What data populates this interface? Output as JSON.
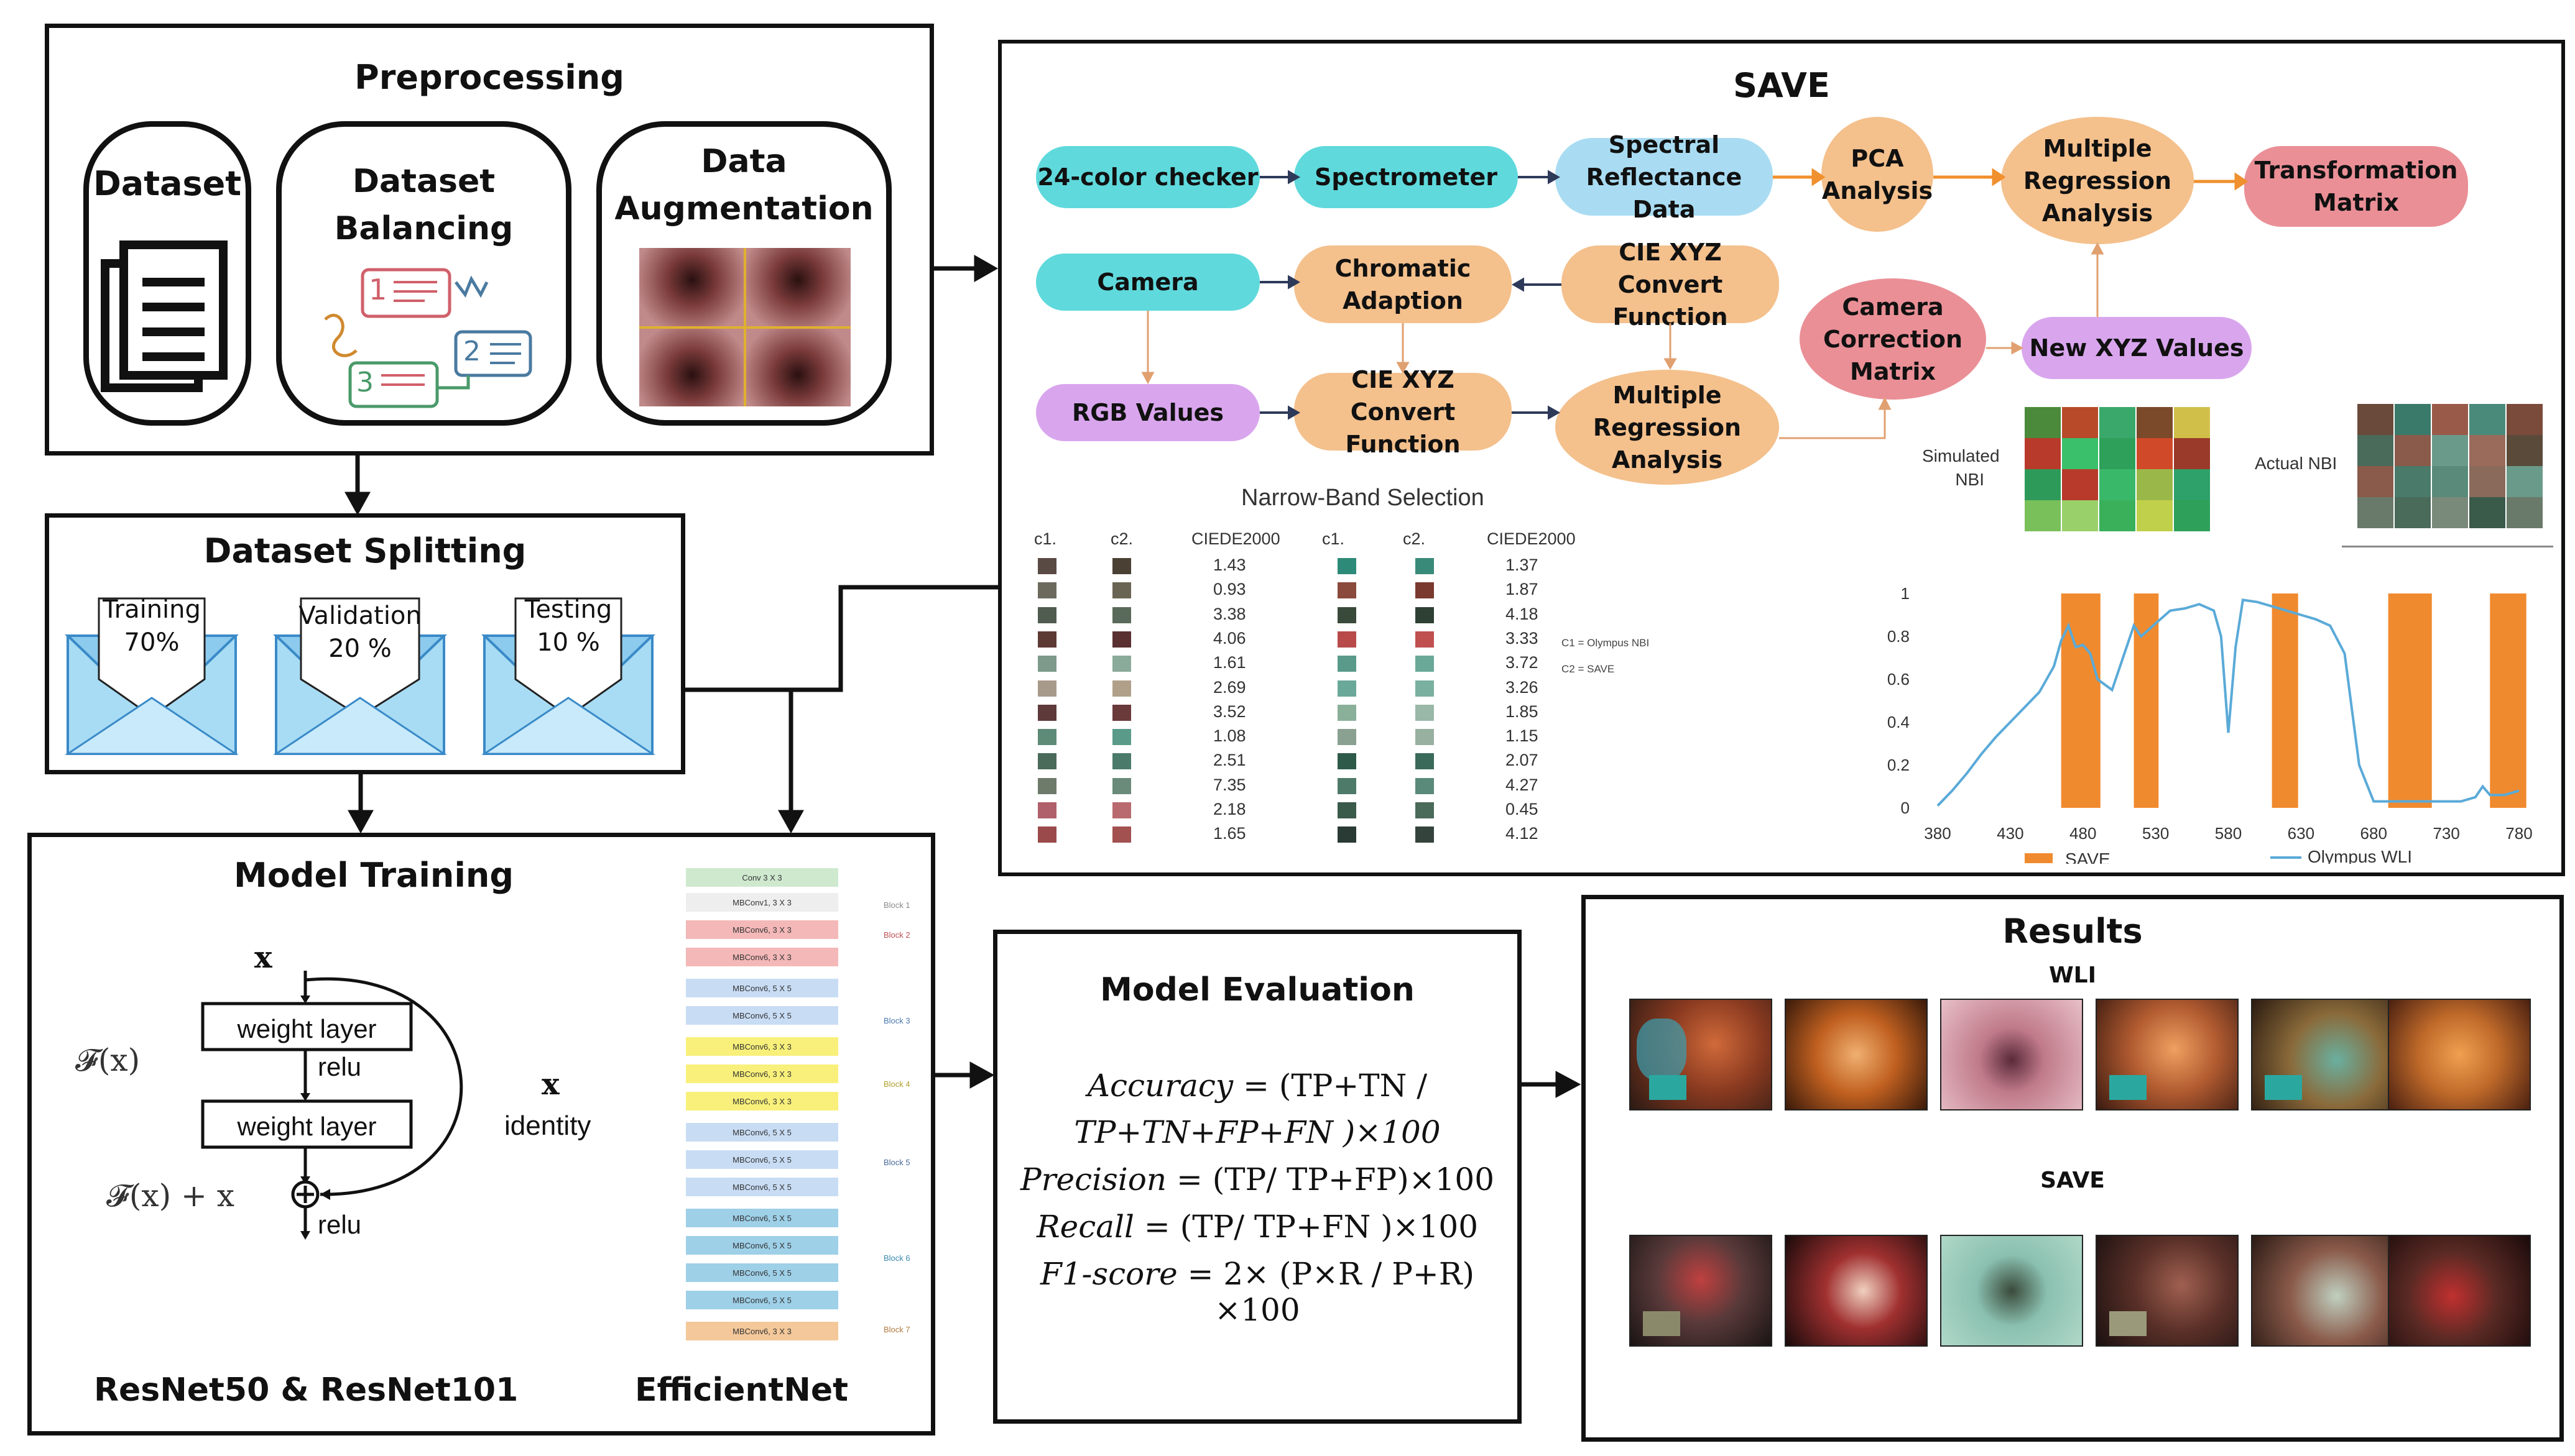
{
  "preprocessing": {
    "title": "Preprocessing",
    "dataset": "Dataset",
    "balancing": "Dataset Balancing",
    "augmentation": "Data Augmentation",
    "balancing_marks": [
      "1",
      "2",
      "3"
    ]
  },
  "splitting": {
    "title": "Dataset Splitting",
    "training_label": "Training",
    "training_pct": "70%",
    "validation_label": "Validation",
    "validation_pct": "20 %",
    "testing_label": "Testing",
    "testing_pct": "10 %"
  },
  "training": {
    "title": "Model Training",
    "x_label": "x",
    "weight_layer_1": "weight layer",
    "relu_1": "relu",
    "weight_layer_2": "weight layer",
    "fx": "𝓕(x)",
    "fx_plus_x": "𝓕(x) + x",
    "relu_2": "relu",
    "x_identity_x": "x",
    "identity": "identity",
    "resnet_caption": "ResNet50 & ResNet101",
    "efficientnet_caption": "EfficientNet",
    "effnet_layers": [
      "Conv 3 X 3",
      "MBConv1, 3 X 3",
      "MBConv6, 3 X 3",
      "MBConv6, 3 X 3",
      "MBConv6, 5 X 5",
      "MBConv6, 5 X 5",
      "MBConv6, 3 X 3",
      "MBConv6, 3 X 3",
      "MBConv6, 3 X 3",
      "MBConv6, 5 X 5",
      "MBConv6, 5 X 5",
      "MBConv6, 5 X 5",
      "MBConv6, 5 X 5",
      "MBConv6, 5 X 5",
      "MBConv6, 5 X 5",
      "MBConv6, 5 X 5",
      "MBConv6, 3 X 3"
    ],
    "effnet_blocks": [
      "Block 1",
      "Block 2",
      "Block 3",
      "Block 4",
      "Block 5",
      "Block 6",
      "Block 7"
    ]
  },
  "save": {
    "title": "SAVE",
    "checker": "24-color checker",
    "spectrometer": "Spectrometer",
    "spectral": "Spectral Reflectance Data",
    "pca": "PCA Analysis",
    "mra_top": "Multiple Regression Analysis",
    "transformation": "Transformation Matrix",
    "camera": "Camera",
    "chromatic": "Chromatic Adaption",
    "xyz_fn_top": "CIE XYZ Convert Function",
    "camera_correction": "Camera Correction Matrix",
    "new_xyz": "New XYZ Values",
    "rgb": "RGB Values",
    "xyz_fn_bottom": "CIE XYZ Convert Function",
    "mra_bottom": "Multiple Regression Analysis",
    "narrow_band": "Narrow-Band Selection",
    "simulated_nbi": "Simulated NBI",
    "actual_nbi": "Actual NBI",
    "table_headers": [
      "c1.",
      "c2.",
      "CIEDE2000",
      "c1.",
      "c2.",
      "CIEDE2000"
    ],
    "ciede_left": [
      "1.43",
      "0.93",
      "3.38",
      "4.06",
      "1.61",
      "2.69",
      "3.52",
      "1.08",
      "2.51",
      "7.35",
      "2.18",
      "1.65"
    ],
    "ciede_right": [
      "1.37",
      "1.87",
      "4.18",
      "3.33",
      "3.72",
      "3.26",
      "1.85",
      "1.15",
      "2.07",
      "4.27",
      "0.45",
      "4.12"
    ],
    "legend_c1": "C1 = Olympus NBI",
    "legend_c2": "C2 = SAVE",
    "swatch_colors": {
      "left_c1": [
        "#5a4a44",
        "#6b6a5c",
        "#4f5c4f",
        "#5d3a34",
        "#7d9a8a",
        "#a89a8a",
        "#5e3a3a",
        "#5e8a78",
        "#4a6a5a",
        "#6e7a6a",
        "#b0606a",
        "#9a4a4a"
      ],
      "left_c2": [
        "#4a4034",
        "#6a6454",
        "#5a6a5a",
        "#5a3030",
        "#8aaa9a",
        "#b0a08a",
        "#6a3a3a",
        "#5a9a88",
        "#4a7a6a",
        "#6a8a7a",
        "#b86a6e",
        "#a25050"
      ],
      "right_c1": [
        "#2e8a78",
        "#8a4a3c",
        "#3a4a3a",
        "#b84a4a",
        "#5a9a8a",
        "#6aa89a",
        "#8ab09a",
        "#8aa090",
        "#2e5a4a",
        "#4e7a6a",
        "#3a5a4a",
        "#2a3a34"
      ],
      "right_c2": [
        "#3a8a7a",
        "#7a3a30",
        "#2e4034",
        "#c05050",
        "#6aa898",
        "#7ab0a0",
        "#9ab8a8",
        "#98b0a0",
        "#3a6a5a",
        "#5a8a7a",
        "#4a6a5a",
        "#34443c"
      ]
    },
    "nbi_colors": {
      "simulated": [
        "#4a8a3a",
        "#b84a2a",
        "#3aa86a",
        "#7a4a2a",
        "#d0c04a",
        "#b83a2a",
        "#3ac06a",
        "#2ea05a",
        "#d04a2a",
        "#9a3a2a",
        "#2e9a5a",
        "#b83a2a",
        "#3ab86a",
        "#9ab84a",
        "#2ea06a",
        "#7ac05a",
        "#9ad06a",
        "#3ab05a",
        "#c0d04a",
        "#2ea05a"
      ],
      "actual": [
        "#6a4a3a",
        "#3a7a6a",
        "#9a5a4a",
        "#4a8a7a",
        "#7a4a3a",
        "#4a6a5a",
        "#8a5a4a",
        "#6a9a8a",
        "#9a6a5a",
        "#5a4a3a",
        "#8a5a4a",
        "#4a7a6a",
        "#5a8a7a",
        "#8a6a5a",
        "#6a9a8a",
        "#6a7a6a",
        "#4a6a5a",
        "#7a8a7a",
        "#3a5a4a",
        "#6a7a6a"
      ]
    }
  },
  "chart_data": {
    "type": "line",
    "x_ticks": [
      "380",
      "430",
      "480",
      "530",
      "580",
      "630",
      "680",
      "730",
      "780"
    ],
    "y_ticks": [
      "0",
      "0.2",
      "0.4",
      "0.6",
      "0.8",
      "1"
    ],
    "xlim": [
      380,
      780
    ],
    "ylim": [
      0,
      1
    ],
    "bars_series": {
      "name": "SAVE",
      "color": "#f08a2e",
      "ranges": [
        [
          465,
          492
        ],
        [
          515,
          532
        ],
        [
          610,
          628
        ],
        [
          690,
          720
        ],
        [
          760,
          785
        ]
      ]
    },
    "line_series": {
      "name": "Olympus WLI",
      "color": "#5aaad8",
      "x": [
        380,
        390,
        400,
        410,
        420,
        430,
        440,
        450,
        460,
        465,
        470,
        475,
        480,
        485,
        490,
        500,
        510,
        515,
        520,
        530,
        540,
        550,
        560,
        570,
        575,
        580,
        585,
        590,
        600,
        610,
        620,
        630,
        640,
        650,
        660,
        670,
        680,
        690,
        700,
        710,
        720,
        730,
        740,
        750,
        755,
        760,
        770,
        780
      ],
      "y": [
        0.01,
        0.08,
        0.16,
        0.25,
        0.33,
        0.4,
        0.47,
        0.54,
        0.66,
        0.78,
        0.85,
        0.75,
        0.76,
        0.72,
        0.6,
        0.55,
        0.75,
        0.85,
        0.8,
        0.86,
        0.92,
        0.93,
        0.95,
        0.92,
        0.8,
        0.35,
        0.75,
        0.97,
        0.96,
        0.94,
        0.92,
        0.9,
        0.88,
        0.85,
        0.72,
        0.2,
        0.03,
        0.03,
        0.03,
        0.03,
        0.03,
        0.03,
        0.03,
        0.05,
        0.1,
        0.06,
        0.06,
        0.08
      ]
    },
    "legend_position": "bottom"
  },
  "evaluation": {
    "title": "Model Evaluation",
    "acc_name": "Accuracy",
    "acc_expr_1": "= (TP+TN /",
    "acc_expr_2": "TP+TN+FP+FN )×100",
    "prec_name": "Precision",
    "prec_expr": "= (TP/ TP+FP)×100",
    "rec_name": "Recall",
    "rec_expr": "= (TP/ TP+FN )×100",
    "f1_name": "F1-score",
    "f1_expr": "= 2× (P×R / P+R) ×100"
  },
  "results": {
    "title": "Results",
    "wli": "WLI",
    "save": "SAVE"
  }
}
